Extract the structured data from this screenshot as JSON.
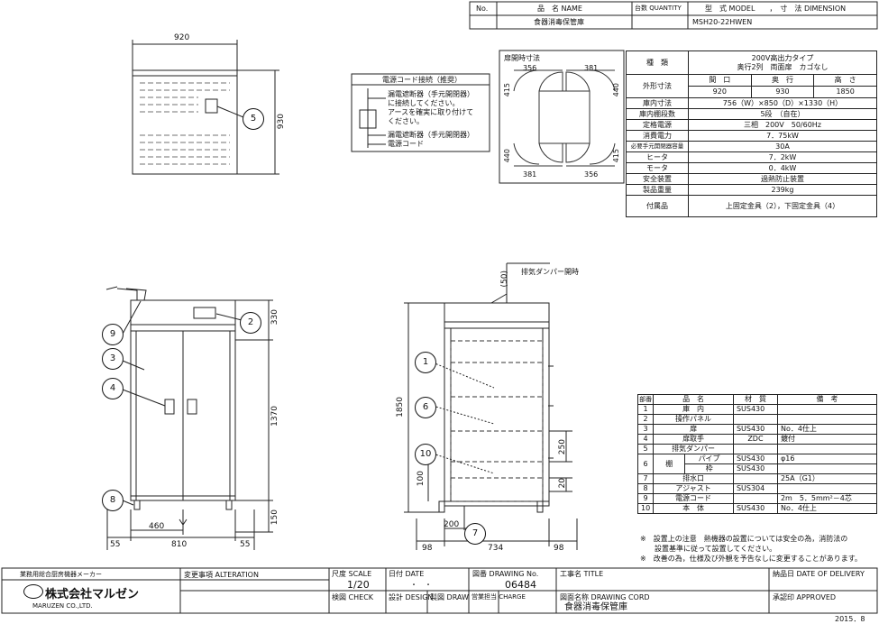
{
  "header": {
    "no_label": "No.",
    "name_label": "品　名 NAME",
    "qty_label": "台数 QUANTITY",
    "model_label": "型　式 MODEL　　，　寸　法 DIMENSION",
    "name_value": "食器消毒保管庫",
    "model_value": "MSH20-22HWEN"
  },
  "cord_box": {
    "title": "電源コード接続（推奨）",
    "note1": "漏電遮断器（手元開閉器）",
    "note2": "に接続してください。",
    "note3": "アースを確実に取り付けて",
    "note4": "ください。",
    "label_breaker": "漏電遮断器（手元開閉器）",
    "label_cord": "電源コード"
  },
  "door_box": {
    "title": "扉開時寸法",
    "d356": "356",
    "d381": "381",
    "d415": "415",
    "d440": "440"
  },
  "spec": {
    "kind_label": "種　類",
    "kind_l1": "200V高出力タイプ",
    "kind_l2": "奥行2列　両面扉　カゴなし",
    "outer_label": "外形寸法",
    "outer_w_h": "間　口",
    "outer_d_h": "奥　行",
    "outer_h_h": "高　さ",
    "outer_w": "920",
    "outer_d": "930",
    "outer_h": "1850",
    "inner_label": "庫内寸法",
    "inner_value": "756（W）×850（D）×1330（H）",
    "shelves_label": "庫内棚段数",
    "shelves_value": "5段　（自在）",
    "power_label": "定格電源",
    "power_value": "三相　200V　50/60Hz",
    "consumption_label": "消費電力",
    "consumption_value": "7．75kW",
    "breaker_label": "必要手元開閉器容量",
    "breaker_value": "30A",
    "heater_label": "ヒータ",
    "heater_value": "7．2kW",
    "motor_label": "モータ",
    "motor_value": "0．4kW",
    "safety_label": "安全装置",
    "safety_value": "過熱防止装置",
    "weight_label": "製品重量",
    "weight_value": "239kg",
    "acc_label": "付属品",
    "acc_value": "上固定金具（2），下固定金具（4）"
  },
  "parts": {
    "headers": [
      "部番",
      "品　名",
      "材　質",
      "備　考"
    ],
    "rows": [
      {
        "no": "1",
        "name": "庫　内",
        "mat": "SUS430",
        "note": ""
      },
      {
        "no": "2",
        "name": "操作パネル",
        "mat": "",
        "note": ""
      },
      {
        "no": "3",
        "name": "扉",
        "mat": "SUS430",
        "note": "No．4仕上"
      },
      {
        "no": "4",
        "name": "扉取手",
        "mat": "ZDC",
        "note": "鍍付"
      },
      {
        "no": "5",
        "name": "排気ダンパー",
        "mat": "",
        "note": ""
      },
      {
        "no": "6",
        "name": "棚",
        "sub1": "パイプ",
        "mat1": "SUS430",
        "note1": "φ16",
        "sub2": "枠",
        "mat2": "SUS430",
        "note2": ""
      },
      {
        "no": "7",
        "name": "排水口",
        "mat": "",
        "note": "25A（G1）"
      },
      {
        "no": "8",
        "name": "アジャスト",
        "mat": "SUS304",
        "note": ""
      },
      {
        "no": "9",
        "name": "電源コード",
        "mat": "",
        "note": "2m　5．5mm²－4芯"
      },
      {
        "no": "10",
        "name": "本　体",
        "mat": "SUS430",
        "note": "No．4仕上"
      }
    ],
    "note1a": "※　設置上の注意　熱機器の設置については安全の為，消防法の",
    "note1b": "設置基準に従って設置してください。",
    "note2": "※　改善の為，仕様及び外観を予告なしに変更することがあります。"
  },
  "dims": {
    "top_920": "920",
    "top_930": "930",
    "front_330": "330",
    "front_1370": "1370",
    "front_150": "150",
    "front_460": "460",
    "front_810": "810",
    "front_55a": "55",
    "front_55b": "55",
    "side_50": "(50)",
    "side_1850": "1850",
    "side_250": "250",
    "side_100": "100",
    "side_20": "20",
    "side_200": "200",
    "side_98a": "98",
    "side_734": "734",
    "side_98b": "98",
    "damper_label": "排気ダンパー開時"
  },
  "balloons": [
    "1",
    "2",
    "3",
    "4",
    "5",
    "6",
    "7",
    "8",
    "9",
    "10"
  ],
  "title_block": {
    "maker_sub": "業務用総合厨房機器メーカー",
    "maker_name": "株式会社マルゼン",
    "maker_en": "MARUZEN CO.,LTD.",
    "alteration": "変更事項 ALTERATION",
    "scale_label": "尺度 SCALE",
    "scale_value": "1/20",
    "date_label": "日付 DATE",
    "date_value": "・　・",
    "drawing_no_label": "図番 DRAWING No.",
    "drawing_no_value": "06484",
    "title_label": "工事名 TITLE",
    "delivery_label": "納品日 DATE OF DELIVERY",
    "check_label": "検図 CHECK",
    "design_label": "設計 DESIGN",
    "draw_label": "製図 DRAW",
    "charge_label": "営業担当 CHARGE",
    "drawing_cord_label": "図面名称 DRAWING CORD",
    "drawing_cord_value": "食器消毒保管庫",
    "approved_label": "承認印 APPROVED",
    "revision_date": "2015．8"
  }
}
